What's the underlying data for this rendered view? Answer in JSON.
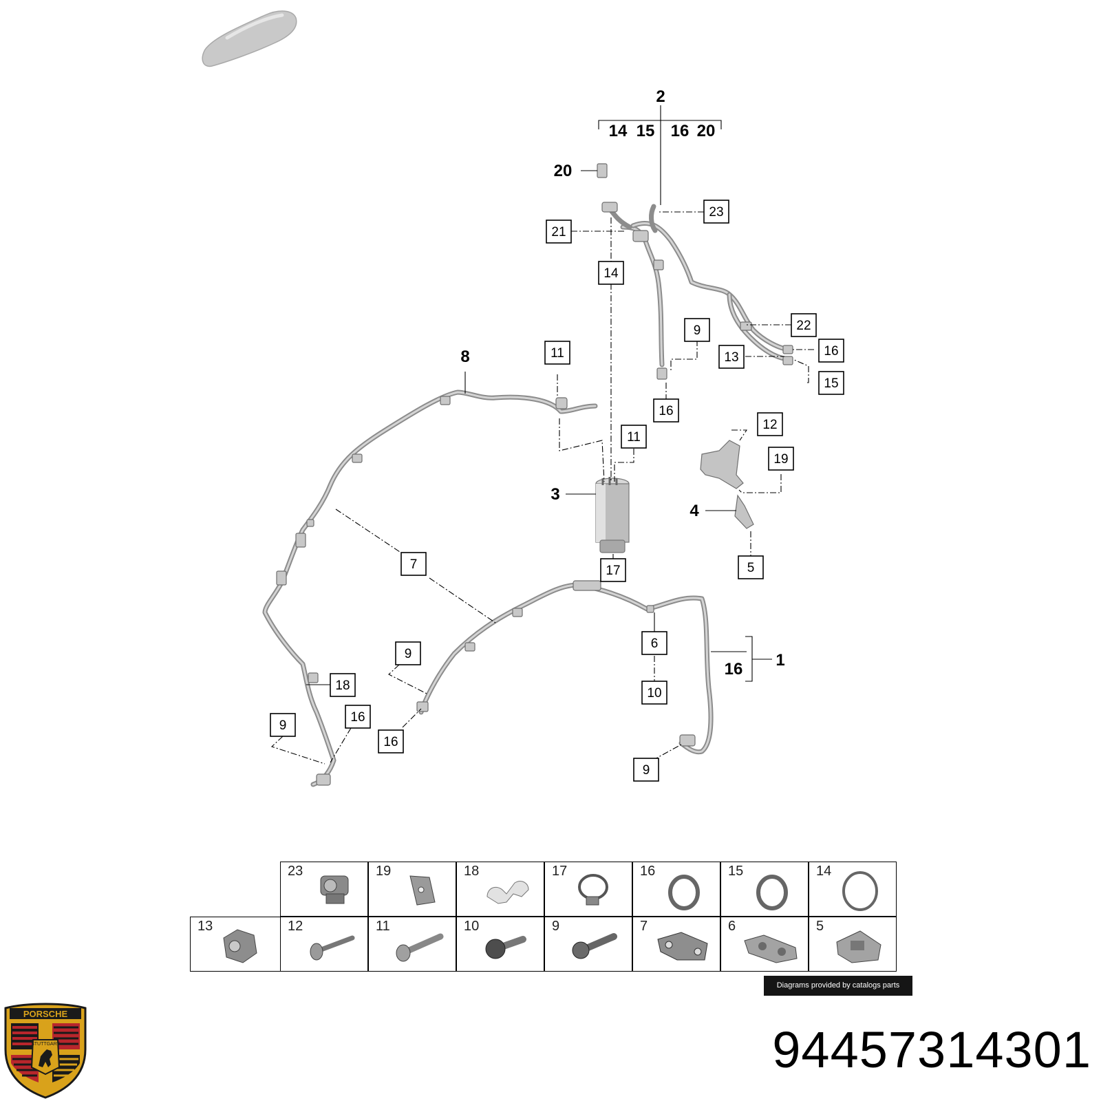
{
  "callouts": [
    {
      "id": "c-2",
      "text": "2"
    },
    {
      "id": "c-14a",
      "text": "14"
    },
    {
      "id": "c-15a",
      "text": "15"
    },
    {
      "id": "c-16a",
      "text": "16"
    },
    {
      "id": "c-20a",
      "text": "20"
    },
    {
      "id": "c-20b",
      "text": "20"
    },
    {
      "id": "c-23",
      "text": "23"
    },
    {
      "id": "c-21",
      "text": "21"
    },
    {
      "id": "c-14b",
      "text": "14"
    },
    {
      "id": "c-22",
      "text": "22"
    },
    {
      "id": "c-16b",
      "text": "16"
    },
    {
      "id": "c-13",
      "text": "13"
    },
    {
      "id": "c-15b",
      "text": "15"
    },
    {
      "id": "c-9a",
      "text": "9"
    },
    {
      "id": "c-16c",
      "text": "16"
    },
    {
      "id": "c-8",
      "text": "8"
    },
    {
      "id": "c-11a",
      "text": "11"
    },
    {
      "id": "c-11b",
      "text": "11"
    },
    {
      "id": "c-12",
      "text": "12"
    },
    {
      "id": "c-19",
      "text": "19"
    },
    {
      "id": "c-3",
      "text": "3"
    },
    {
      "id": "c-4",
      "text": "4"
    },
    {
      "id": "c-5",
      "text": "5"
    },
    {
      "id": "c-7",
      "text": "7"
    },
    {
      "id": "c-17",
      "text": "17"
    },
    {
      "id": "c-6",
      "text": "6"
    },
    {
      "id": "c-1",
      "text": "1"
    },
    {
      "id": "c-16d",
      "text": "16"
    },
    {
      "id": "c-10",
      "text": "10"
    },
    {
      "id": "c-9b",
      "text": "9"
    },
    {
      "id": "c-18",
      "text": "18"
    },
    {
      "id": "c-16e",
      "text": "16"
    },
    {
      "id": "c-16f",
      "text": "16"
    },
    {
      "id": "c-9c",
      "text": "9"
    },
    {
      "id": "c-9d",
      "text": "9"
    }
  ],
  "parts_table": {
    "row1": [
      "23",
      "19",
      "18",
      "17",
      "16",
      "15",
      "14"
    ],
    "row2": [
      "13",
      "12",
      "11",
      "10",
      "9",
      "7",
      "6",
      "5"
    ]
  },
  "credit": "Diagrams provided by catalogs parts",
  "part_number": "94457314301",
  "logo": {
    "text": "PORSCHE",
    "subtext": "STUTTGART",
    "colors": {
      "gold": "#d9a21b",
      "red": "#b8262c",
      "black": "#1a1a1a"
    }
  }
}
